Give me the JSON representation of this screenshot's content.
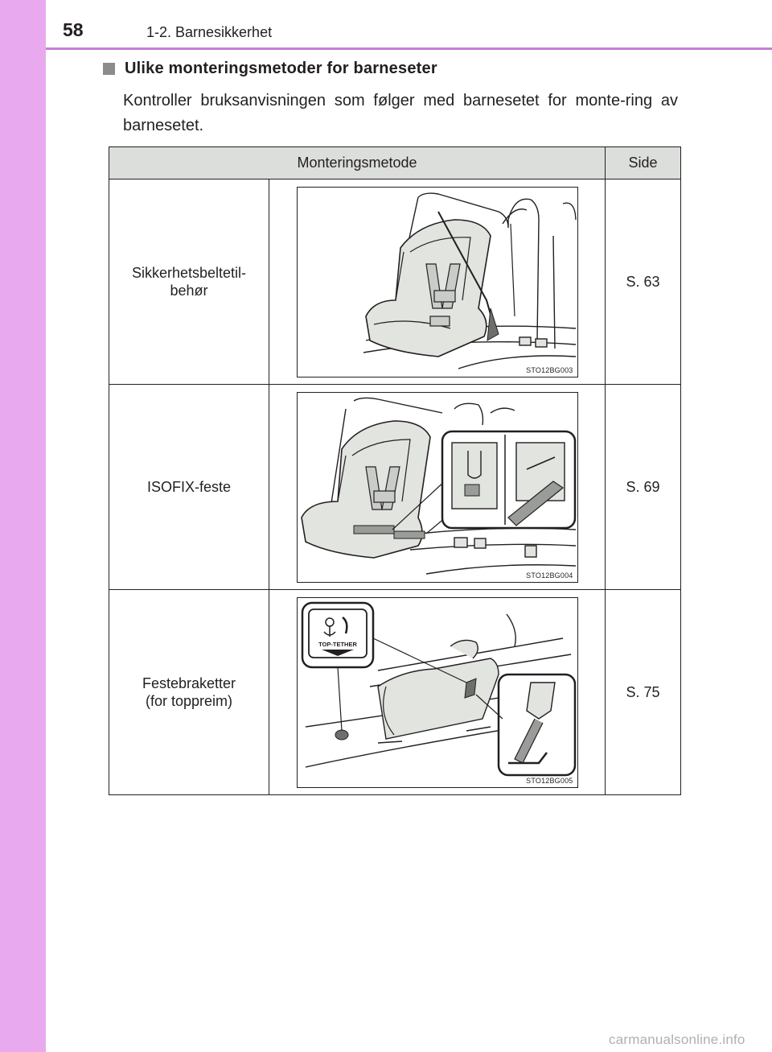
{
  "header": {
    "page_number": "58",
    "section_title": "1-2. Barnesikkerhet"
  },
  "heading": "Ulike monteringsmetoder for barneseter",
  "intro": "Kontroller bruksanvisningen som følger med barnesetet for monte-ring av barnesetet.",
  "table": {
    "headers": {
      "method": "Monteringsmetode",
      "page": "Side"
    },
    "rows": [
      {
        "method": "Sikkerhetsbeltetil-\nbehør",
        "page": "S. 63",
        "image_code": "STO12BG003"
      },
      {
        "method": "ISOFIX-feste",
        "page": "S. 69",
        "image_code": "STO12BG004"
      },
      {
        "method": "Festebraketter\n(for toppreim)",
        "page": "S. 75",
        "image_code": "STO12BG005",
        "badge": "TOP-TETHER"
      }
    ]
  },
  "watermark": "carmanualsonline.info",
  "colors": {
    "side_band": "#e8a9ee",
    "header_rule": "#c77fd3",
    "table_header": "#dcdedc",
    "seat_fill": "#e1e4df"
  }
}
